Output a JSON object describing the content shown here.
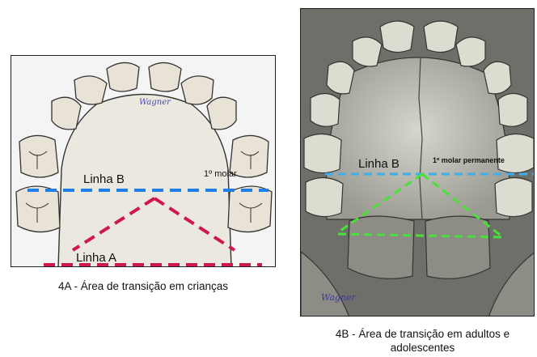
{
  "panel_a": {
    "line_b_label": "Linha B",
    "molar_label": "1º molar",
    "line_a_label": "Linha A",
    "signature": "Wagner",
    "caption": "4A - Área de transição em crianças",
    "colors": {
      "line_b": "#1e7fe6",
      "line_a": "#d0174a",
      "teeth": "#e8e3d6",
      "palate": "#ebe8df"
    }
  },
  "panel_b": {
    "line_b_label": "Linha B",
    "molar_label": "1º molar permanente",
    "signature": "Wagner",
    "caption_line1": "4B - Área de transição em adultos e",
    "caption_line2": "adolescentes",
    "colors": {
      "line_b": "#3ab0ee",
      "triangle": "#4ae03a"
    }
  }
}
